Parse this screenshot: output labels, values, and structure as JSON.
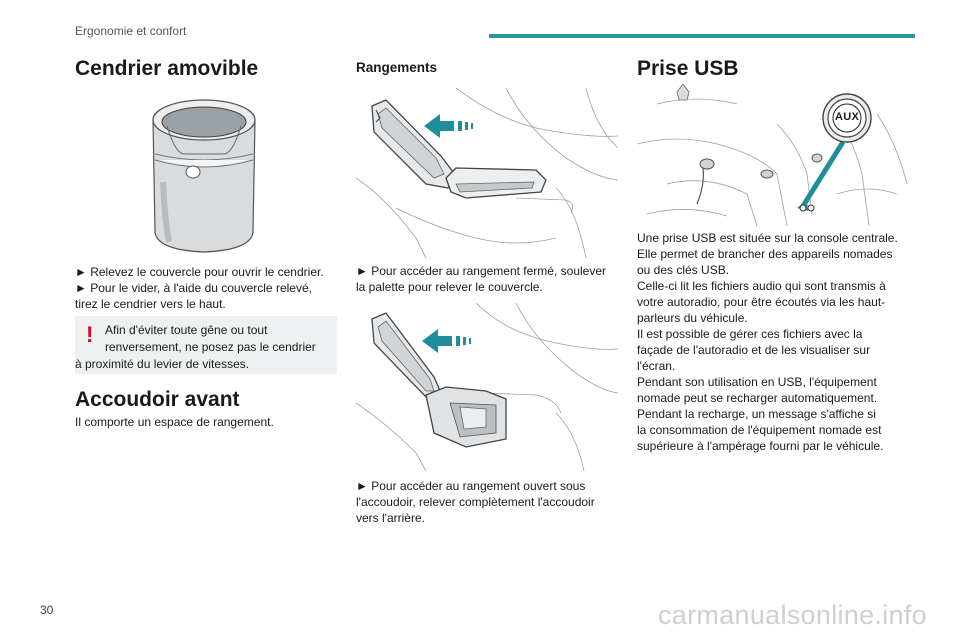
{
  "header": {
    "section": "Ergonomie et confort",
    "accent_color": "#2a95a3"
  },
  "page_number": "30",
  "watermark": "carmanualsonline.info",
  "cendrier": {
    "title": "Cendrier amovible",
    "step1": "► Relevez le couvercle pour ouvrir le cendrier.",
    "step2_line1": "► Pour le vider, à l'aide du couvercle relevé,",
    "step2_line2": "tirez le cendrier vers le haut.",
    "warning_icon": "exclamation-icon",
    "warning_line1": "Afin d'éviter toute gêne ou tout",
    "warning_line2": "renversement, ne posez pas le cendrier",
    "warning_line3": "à proximité du levier de vitesses."
  },
  "accoudoir": {
    "title": "Accoudoir avant",
    "text": "Il comporte un espace de rangement."
  },
  "rangements": {
    "title": "Rangements",
    "step1_line1": "► Pour accéder au rangement fermé, soulever",
    "step1_line2": "la palette pour relever le couvercle.",
    "step2_line1": "► Pour accéder au rangement ouvert sous",
    "step2_line2": "l'accoudoir, relever complètement l'accoudoir",
    "step2_line3": "vers l'arrière."
  },
  "usb": {
    "title": "Prise USB",
    "aux_label": "AUX",
    "lines": [
      "Une prise USB est située sur la console centrale.",
      "Elle permet de brancher des appareils nomades",
      "ou des clés USB.",
      "Celle-ci lit les fichiers audio qui sont transmis à",
      "votre autoradio, pour être écoutés via les haut-",
      "parleurs du véhicule.",
      "Il est possible de gérer ces fichiers avec la",
      "façade de l'autoradio et de les visualiser sur",
      "l'écran.",
      "Pendant son utilisation en USB, l'équipement",
      "nomade peut se recharger automatiquement.",
      "Pendant la recharge, un message s'affiche si",
      "la consommation de l'équipement nomade est",
      "supérieure à l'ampérage fourni par le véhicule."
    ]
  }
}
